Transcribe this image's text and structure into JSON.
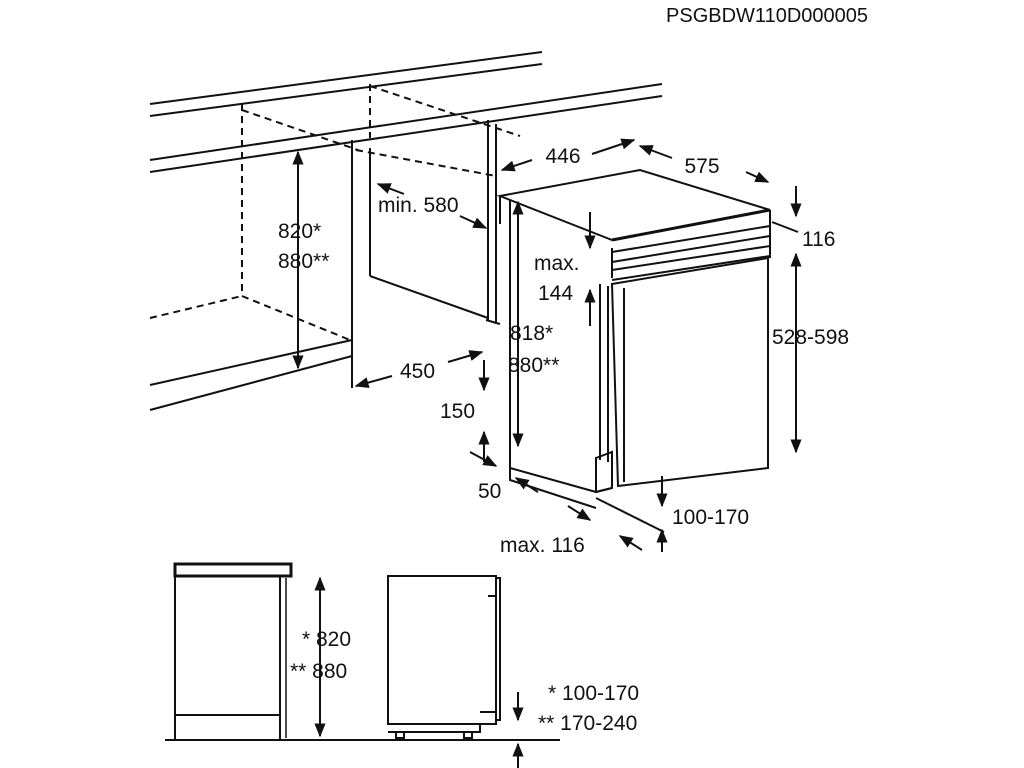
{
  "drawing_code": "PSGBDW110D000005",
  "dimensions": {
    "width_446": "446",
    "depth_575": "575",
    "top_116": "116",
    "min_580": "min. 580",
    "niche_820": "820*",
    "niche_880": "880**",
    "door_528_598": "528-598",
    "max_label": "max.",
    "max_144": "144",
    "height_818": "818*",
    "height_880": "880**",
    "niche_depth_450": "450",
    "plinth_150": "150",
    "plinth_50": "50",
    "plinth_100_170": "100-170",
    "max_116": "max. 116"
  },
  "side_view": {
    "height_820": "* 820",
    "height_880": "** 880",
    "plinth_100_170": "* 100-170",
    "plinth_170_240": "** 170-240"
  }
}
